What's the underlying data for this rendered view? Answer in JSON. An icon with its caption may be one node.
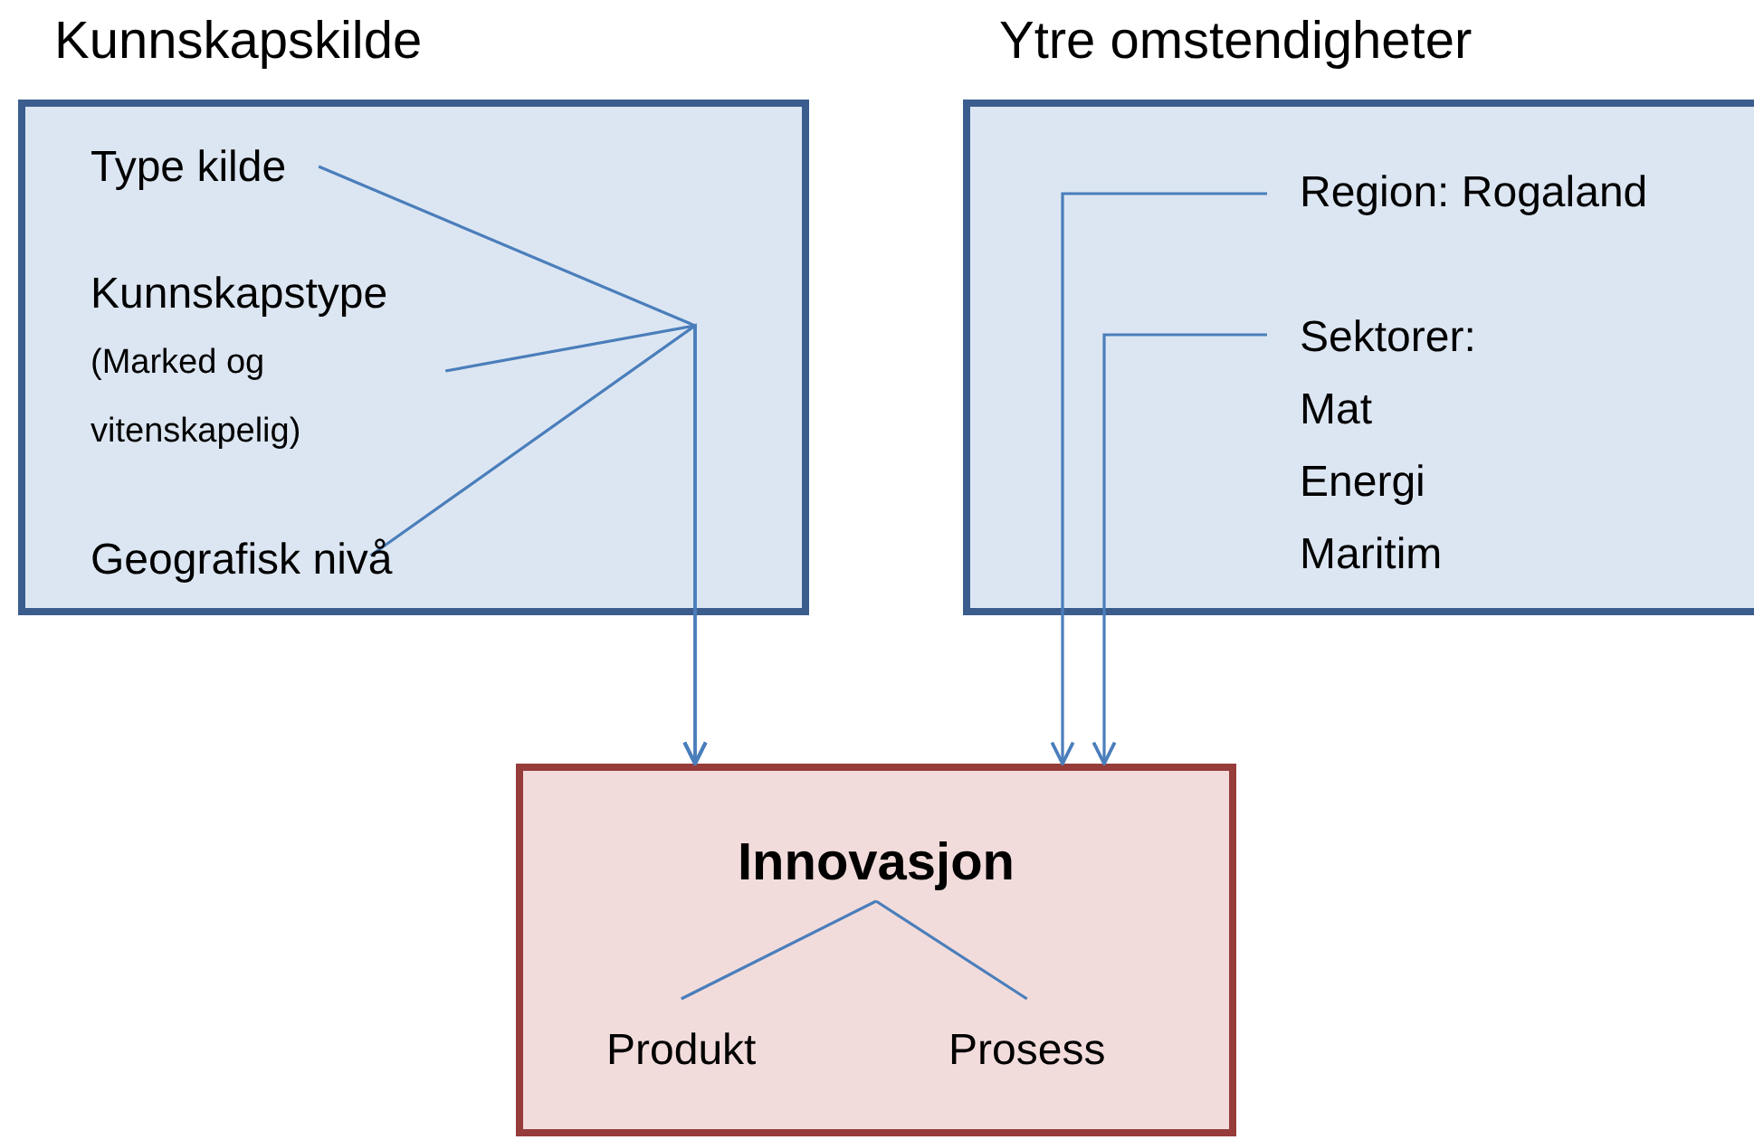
{
  "diagram": {
    "nodes": [
      {
        "text": [
          "Kunnskapskilde"
        ]
      },
      {
        "text": [
          "Type kilde"
        ],
        "in": 0
      },
      {
        "text": [
          "Kunnskapstype",
          "(Marked og vitenskapelig)"
        ],
        "in": 0
      },
      {
        "text": [
          "Geografisk nivå"
        ],
        "in": 0
      },
      {
        "text": [
          "Ytre omstendigheter"
        ]
      },
      {
        "text": [
          "Region: Rogaland"
        ],
        "in": 4
      },
      {
        "text": [
          "Sektorer:",
          "Mat",
          "Energi",
          "Maritim"
        ],
        "in": 4
      },
      {
        "text": [],
        "shape": "box"
      },
      {
        "text": [
          "Innovasjon"
        ],
        "in": 7
      },
      {
        "text": [
          "Produkt"
        ],
        "in": 7
      },
      {
        "text": [
          "Prosess"
        ],
        "in": 7
      }
    ],
    "edges": [
      {
        "from": 1,
        "to": 7,
        "arrow": "to"
      },
      {
        "from": 2,
        "to": 7,
        "arrow": "to"
      },
      {
        "from": 3,
        "to": 7,
        "arrow": "to"
      },
      {
        "from": 5,
        "to": 7,
        "arrow": "to"
      },
      {
        "from": 6,
        "to": 7,
        "arrow": "to"
      },
      {
        "from": 8,
        "to": 9,
        "arrow": "none"
      },
      {
        "from": 8,
        "to": 10,
        "arrow": "none"
      }
    ]
  }
}
